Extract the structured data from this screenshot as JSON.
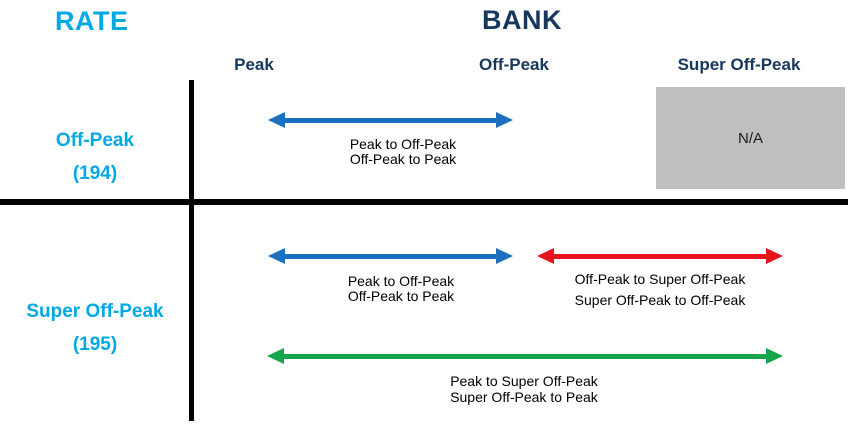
{
  "titles": {
    "rate": "RATE",
    "bank": "BANK"
  },
  "columns": [
    {
      "label": "Peak"
    },
    {
      "label": "Off-Peak"
    },
    {
      "label": "Super Off-Peak"
    }
  ],
  "rows": [
    {
      "label": "Off-Peak",
      "code": "(194)"
    },
    {
      "label": "Super Off-Peak",
      "code": "(195)"
    }
  ],
  "na_cell": {
    "label": "N/A",
    "bg": "#bfbfbf"
  },
  "arrows": {
    "row1_peak_offpeak": {
      "color": "#1c6ebe",
      "lines": [
        "Peak to Off-Peak",
        "Off-Peak to Peak"
      ]
    },
    "row2_peak_offpeak": {
      "color": "#1c6ebe",
      "lines": [
        "Peak to Off-Peak",
        "Off-Peak to Peak"
      ]
    },
    "row2_offpeak_superoffpeak": {
      "color": "#e8141e",
      "lines": [
        "Off-Peak to Super Off-Peak",
        "Super Off-Peak to Off-Peak"
      ]
    },
    "row2_peak_superoffpeak": {
      "color": "#17a54c",
      "lines": [
        "Peak to Super Off-Peak",
        "Super Off-Peak to Peak"
      ]
    }
  },
  "colors": {
    "rate_accent": "#00a9e4",
    "bank_navy": "#17375d",
    "grid_line": "#000000",
    "na_box_bg": "#bfbfbf",
    "arrow_blue": "#1c6ebe",
    "arrow_red": "#e8141e",
    "arrow_green": "#17a54c"
  }
}
